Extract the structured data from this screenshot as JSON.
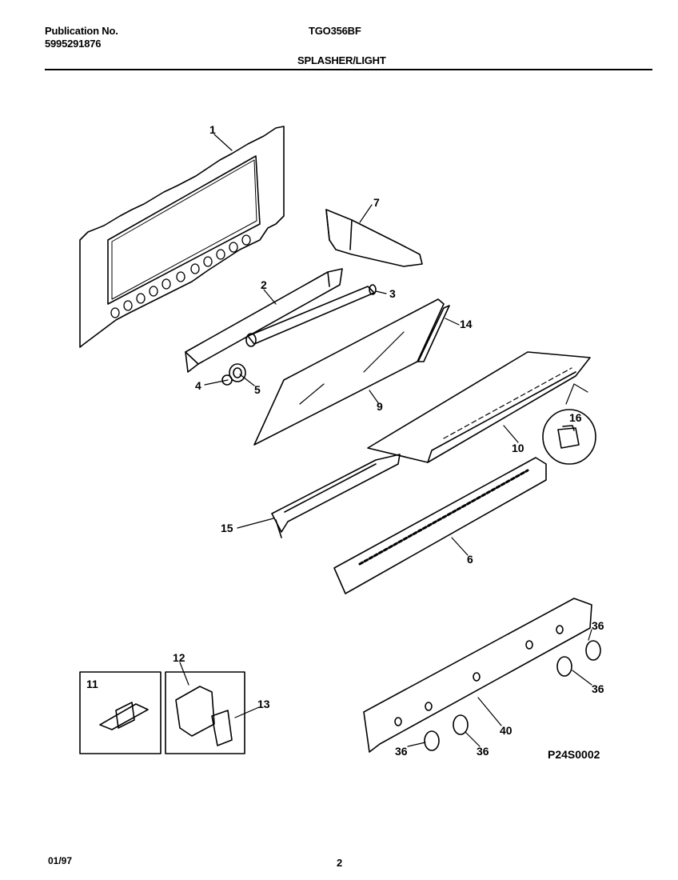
{
  "header": {
    "publication_label": "Publication No.",
    "publication_number": "5995291876",
    "model": "TGO356BF",
    "section_title": "SPLASHER/LIGHT"
  },
  "callouts": [
    {
      "id": "c1",
      "text": "1"
    },
    {
      "id": "c2",
      "text": "2"
    },
    {
      "id": "c3",
      "text": "3"
    },
    {
      "id": "c4",
      "text": "4"
    },
    {
      "id": "c5",
      "text": "5"
    },
    {
      "id": "c6",
      "text": "6"
    },
    {
      "id": "c7",
      "text": "7"
    },
    {
      "id": "c9",
      "text": "9"
    },
    {
      "id": "c10",
      "text": "10"
    },
    {
      "id": "c11",
      "text": "11"
    },
    {
      "id": "c12",
      "text": "12"
    },
    {
      "id": "c13",
      "text": "13"
    },
    {
      "id": "c14",
      "text": "14"
    },
    {
      "id": "c15",
      "text": "15"
    },
    {
      "id": "c16",
      "text": "16"
    },
    {
      "id": "c36a",
      "text": "36"
    },
    {
      "id": "c36b",
      "text": "36"
    },
    {
      "id": "c36c",
      "text": "36"
    },
    {
      "id": "c36d",
      "text": "36"
    },
    {
      "id": "c40",
      "text": "40"
    }
  ],
  "diagram_code": "P24S0002",
  "footer": {
    "date": "01/97",
    "page": "2"
  }
}
